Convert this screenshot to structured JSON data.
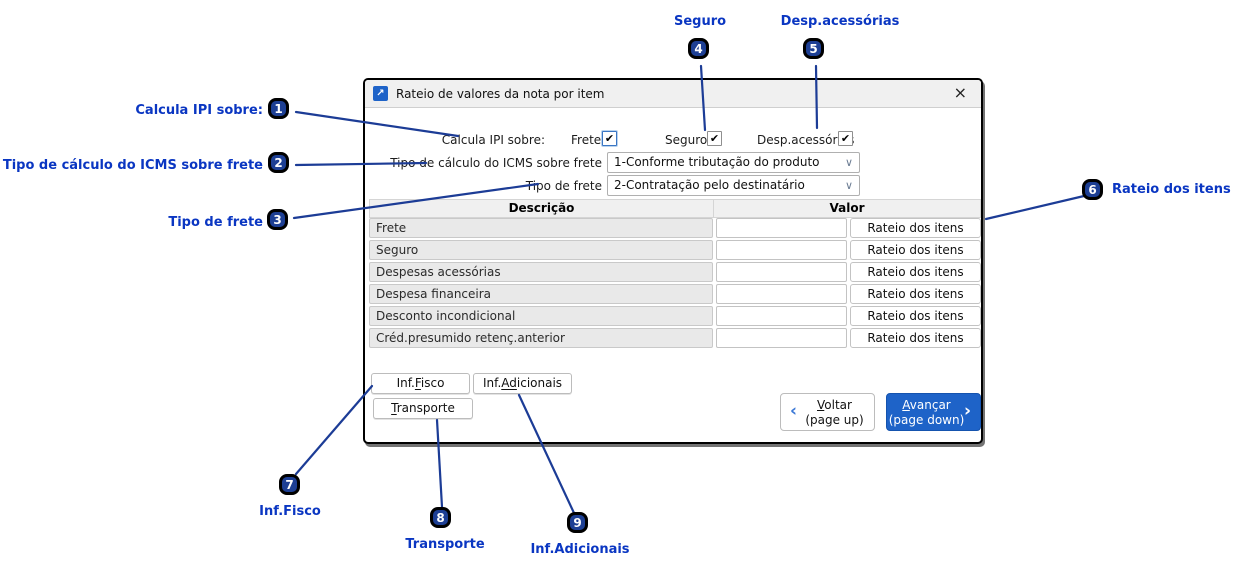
{
  "colors": {
    "accent_blue": "#1e63c8",
    "annotation_text": "#0a36c2",
    "annotation_circle_fill": "#1d3f94",
    "annotation_line": "#1c3c96"
  },
  "window": {
    "title": "Rateio de valores da nota por item"
  },
  "glyphs": {
    "window_icon": "↗",
    "close": "×",
    "check": "✔",
    "dropdown_chevron": "∨",
    "back_chevron": "‹",
    "forward_chevron": "›"
  },
  "form": {
    "ipi_label": "Calcula IPI sobre:",
    "checkboxes": [
      {
        "label": "Frete",
        "checked": true
      },
      {
        "label": "Seguro",
        "checked": true
      },
      {
        "label": "Desp.acessórias",
        "checked": true
      }
    ],
    "icms_freight_label": "Tipo de cálculo do ICMS sobre frete",
    "icms_freight_value": "1-Conforme tributação do produto",
    "freight_type_label": "Tipo de frete",
    "freight_type_value": "2-Contratação pelo destinatário"
  },
  "table": {
    "headers": [
      "Descrição",
      "Valor"
    ],
    "rows": [
      "Frete",
      "Seguro",
      "Despesas acessórias",
      "Despesa financeira",
      "Desconto incondicional",
      "Créd.presumido retenç.anterior"
    ],
    "row_input_value": "",
    "row_button_label": "Rateio dos itens"
  },
  "tabs": {
    "inf_fisco": {
      "pre": "Inf.",
      "key": "F",
      "post": "isco"
    },
    "inf_adicionais": {
      "pre": "Inf.",
      "key": "Ad",
      "post": "icionais"
    },
    "transporte": {
      "pre": "",
      "key": "T",
      "post": "ransporte"
    }
  },
  "nav": {
    "voltar": {
      "key": "V",
      "post": "oltar",
      "sub": "(page up)"
    },
    "avancar": {
      "key": "A",
      "post": "vançar",
      "sub": "(page down)"
    }
  },
  "annotations": [
    {
      "num": "1",
      "label": "Calcula IPI sobre:"
    },
    {
      "num": "2",
      "label": "Tipo de cálculo do ICMS sobre frete"
    },
    {
      "num": "3",
      "label": "Tipo de frete"
    },
    {
      "num": "4",
      "label": "Seguro"
    },
    {
      "num": "5",
      "label": "Desp.acessórias"
    },
    {
      "num": "6",
      "label": "Rateio dos itens"
    },
    {
      "num": "7",
      "label": "Inf.Fisco"
    },
    {
      "num": "8",
      "label": "Transporte"
    },
    {
      "num": "9",
      "label": "Inf.Adicionais"
    }
  ]
}
